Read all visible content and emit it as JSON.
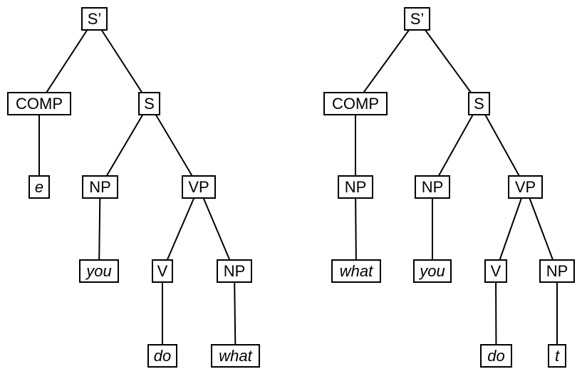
{
  "colors": {
    "background": "#ffffff",
    "line": "#000000",
    "box_border": "#000000",
    "box_fill": "#ffffff",
    "text": "#000000"
  },
  "trees": [
    {
      "name": "left-tree",
      "nodes": {
        "sbar": {
          "label": "S’"
        },
        "comp": {
          "label": "COMP"
        },
        "s": {
          "label": "S"
        },
        "e": {
          "label": "e",
          "italic": true
        },
        "np_subj": {
          "label": "NP"
        },
        "vp": {
          "label": "VP"
        },
        "you": {
          "label": "you",
          "italic": true
        },
        "v": {
          "label": "V"
        },
        "np_obj": {
          "label": "NP"
        },
        "do": {
          "label": "do",
          "italic": true
        },
        "what": {
          "label": "what",
          "italic": true
        }
      },
      "edges": [
        [
          "sbar",
          "comp"
        ],
        [
          "sbar",
          "s"
        ],
        [
          "comp",
          "e"
        ],
        [
          "s",
          "np_subj"
        ],
        [
          "s",
          "vp"
        ],
        [
          "np_subj",
          "you"
        ],
        [
          "vp",
          "v"
        ],
        [
          "vp",
          "np_obj"
        ],
        [
          "v",
          "do"
        ],
        [
          "np_obj",
          "what"
        ]
      ]
    },
    {
      "name": "right-tree",
      "nodes": {
        "sbar": {
          "label": "S’"
        },
        "comp": {
          "label": "COMP"
        },
        "s": {
          "label": "S"
        },
        "np_comp": {
          "label": "NP"
        },
        "what": {
          "label": "what",
          "italic": true
        },
        "np_subj": {
          "label": "NP"
        },
        "you": {
          "label": "you",
          "italic": true
        },
        "vp": {
          "label": "VP"
        },
        "v": {
          "label": "V"
        },
        "np_obj": {
          "label": "NP"
        },
        "do": {
          "label": "do",
          "italic": true
        },
        "t": {
          "label": "t",
          "italic": true
        }
      },
      "edges": [
        [
          "sbar",
          "comp"
        ],
        [
          "sbar",
          "s"
        ],
        [
          "comp",
          "np_comp"
        ],
        [
          "np_comp",
          "what"
        ],
        [
          "s",
          "np_subj"
        ],
        [
          "s",
          "vp"
        ],
        [
          "np_subj",
          "you"
        ],
        [
          "vp",
          "v"
        ],
        [
          "vp",
          "np_obj"
        ],
        [
          "v",
          "do"
        ],
        [
          "np_obj",
          "t"
        ]
      ]
    }
  ]
}
